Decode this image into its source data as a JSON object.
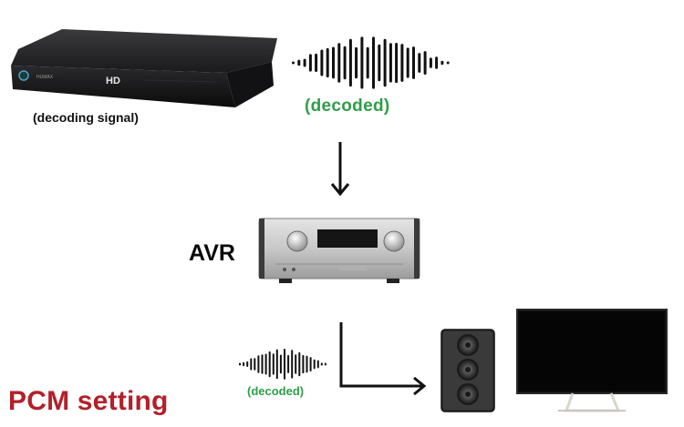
{
  "diagram": {
    "player": {
      "brand_text": "HUMAX",
      "badge_text": "HD",
      "caption": "(decoding signal)"
    },
    "top_wave": {
      "label": "(decoded)"
    },
    "avr": {
      "label": "AVR"
    },
    "bottom_wave": {
      "label": "(decoded)"
    },
    "title": "PCM setting",
    "colors": {
      "decoded_label": "#2e9e48",
      "title": "#b3202a",
      "arrow": "#111111"
    },
    "icons": [
      "blu-ray-player-image",
      "soundwave-icon",
      "down-arrow-icon",
      "avr-receiver-image",
      "elbow-arrow-icon",
      "speaker-image",
      "tv-image"
    ]
  }
}
